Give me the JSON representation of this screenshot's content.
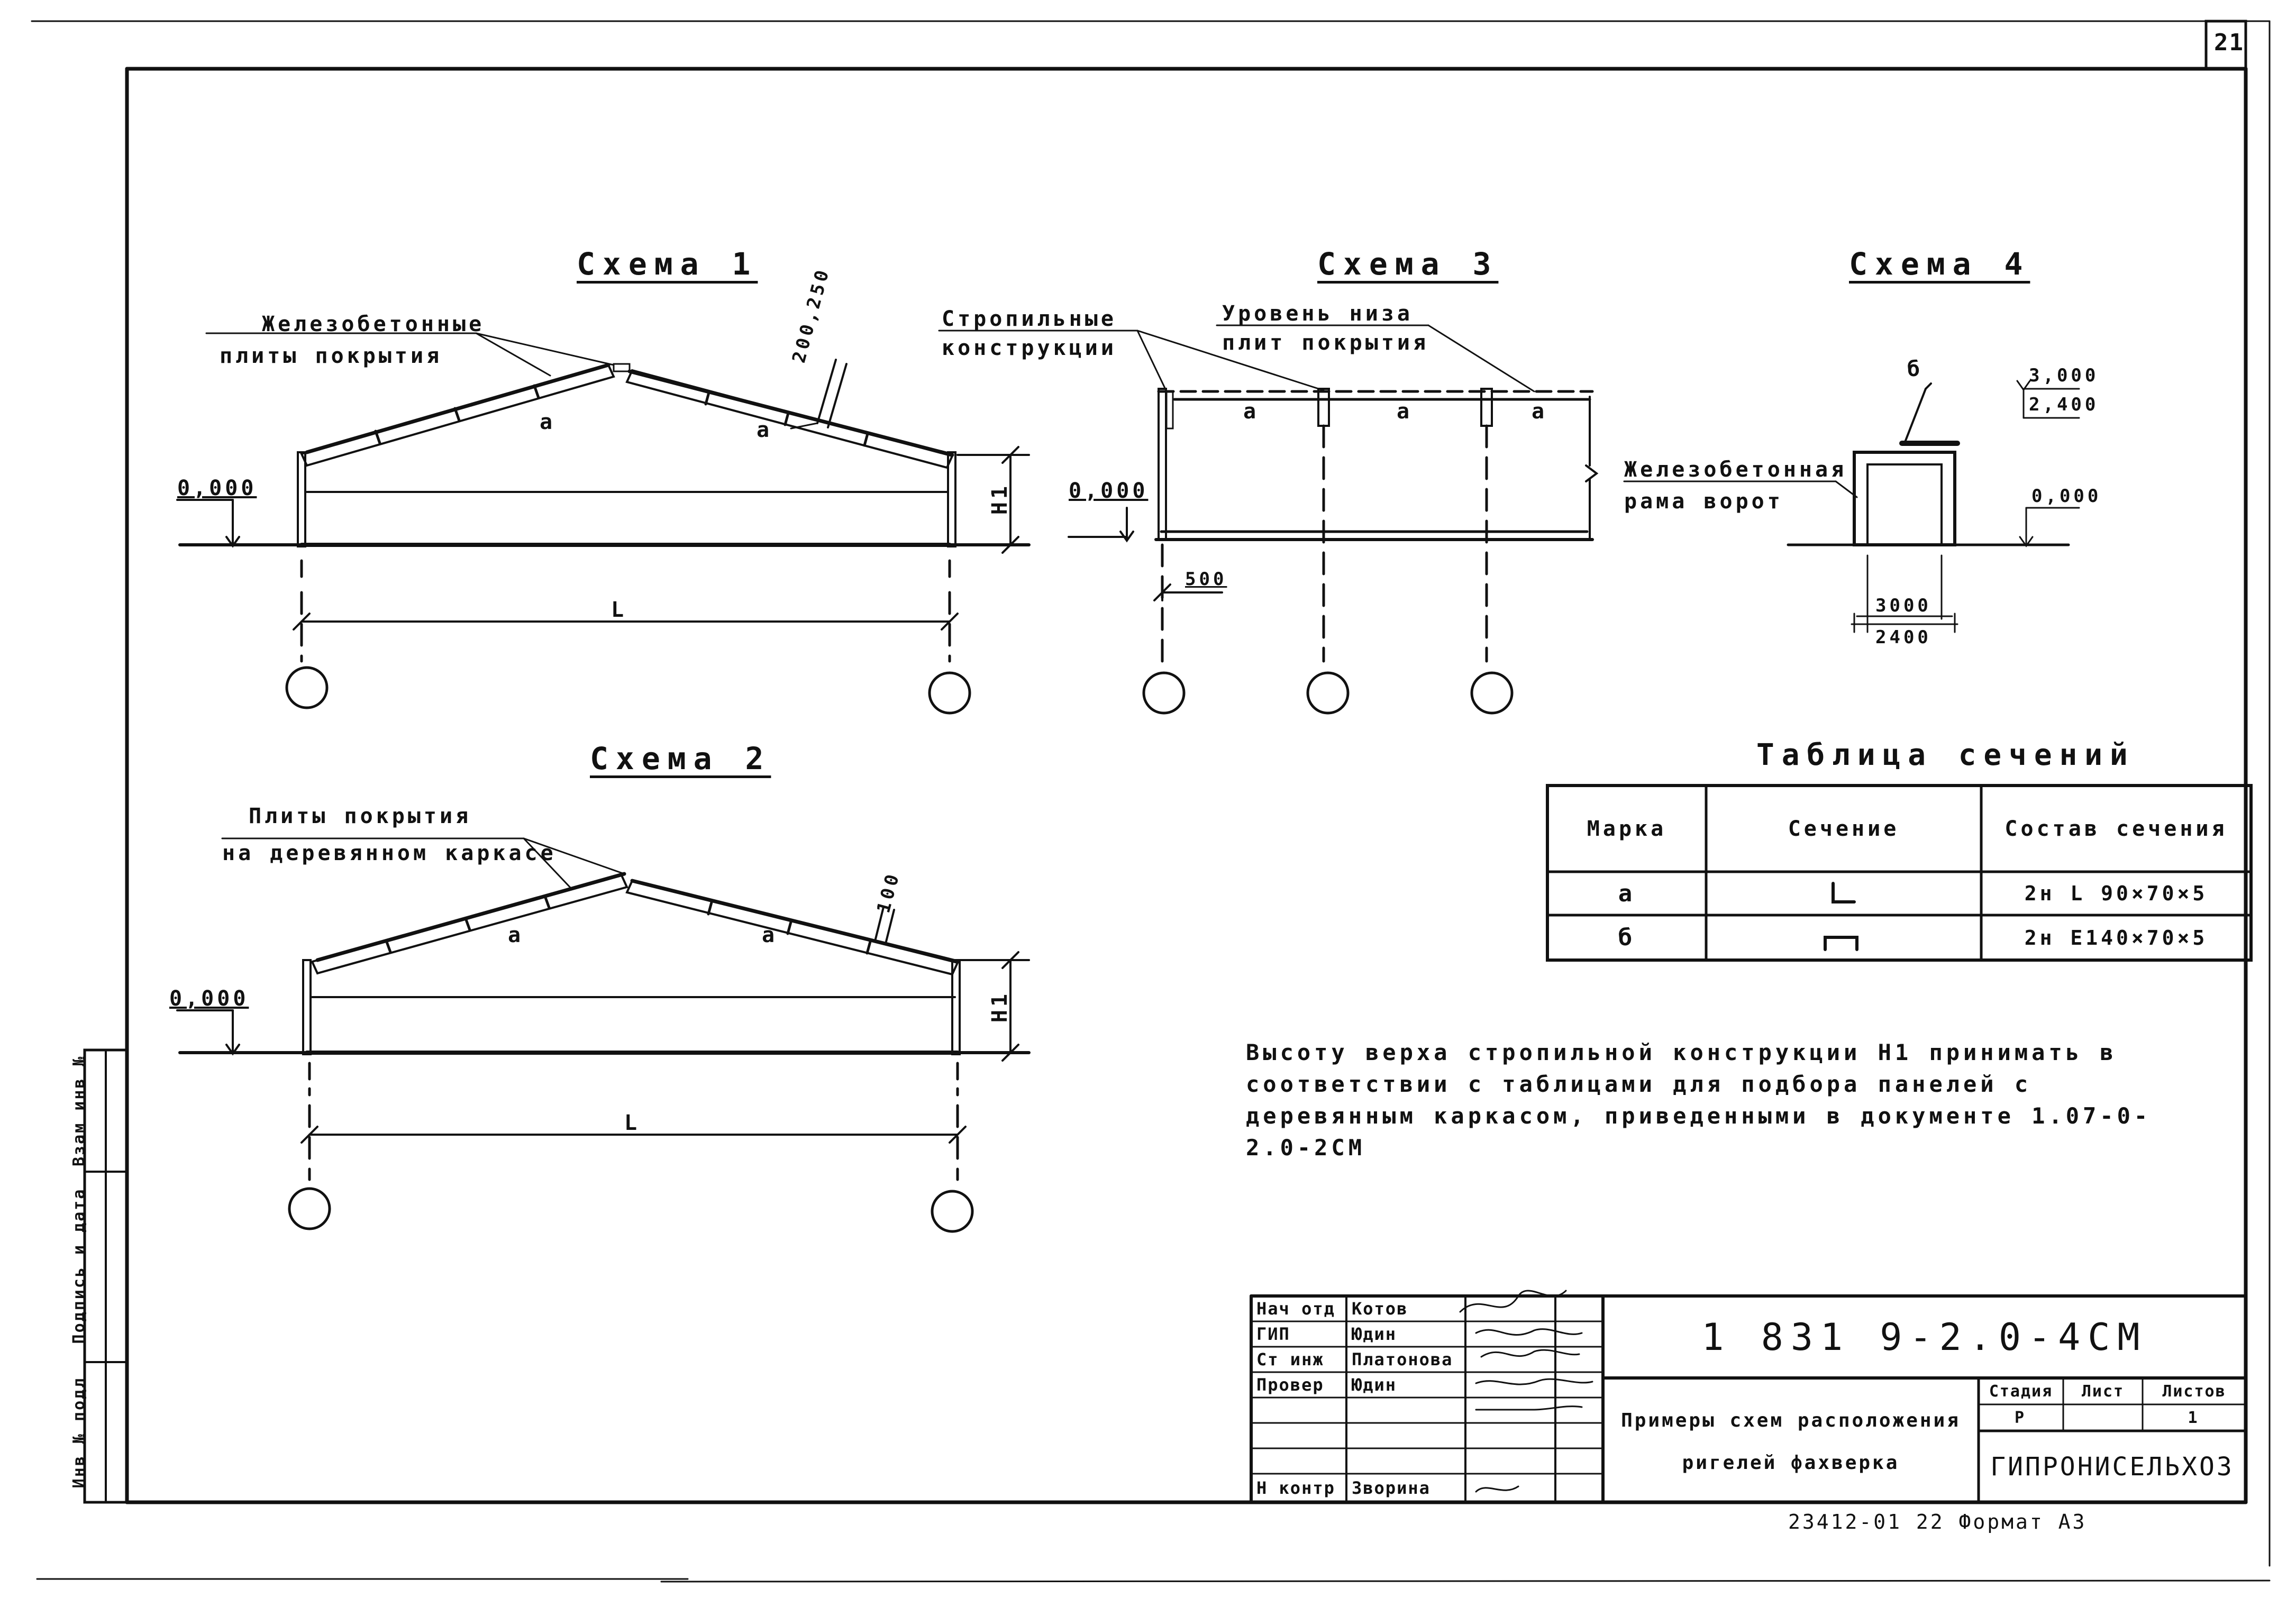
{
  "sheet": {
    "page_number": "21",
    "format_line": "23412-01  22  Формат А3"
  },
  "scheme1": {
    "title": "Схема 1",
    "label_line1": "Железобетонные",
    "label_line2": "плиты покрытия",
    "dim_thickness": "200,250",
    "level": "0,000",
    "mark_left": "a",
    "mark_right": "a",
    "height_label": "H1",
    "span_label": "L"
  },
  "scheme2": {
    "title": "Схема 2",
    "label_line1": "Плиты покрытия",
    "label_line2": "на деревянном каркасе",
    "dim_thickness": "100",
    "level": "0,000",
    "mark_left": "a",
    "mark_right": "a",
    "height_label": "H1",
    "span_label": "L"
  },
  "scheme3": {
    "title": "Схема 3",
    "label_a_line1": "Стропильные",
    "label_a_line2": "конструкции",
    "label_b_line1": "Уровень низа",
    "label_b_line2": "плит покрытия",
    "level": "0,000",
    "offset": "500",
    "marks": [
      "a",
      "a",
      "a"
    ]
  },
  "scheme4": {
    "title": "Схема 4",
    "mark": "б",
    "label_line1": "Железобетонная",
    "label_line2": "рама ворот",
    "level_top1": "3,000",
    "level_top2": "2,400",
    "level": "0,000",
    "width1": "3000",
    "width2": "2400"
  },
  "sections_table": {
    "title": "Таблица сечений",
    "headers": [
      "Марка",
      "Сечение",
      "Состав сечения"
    ],
    "rows": [
      {
        "mark": "a",
        "section_icon": "angle-profile-icon",
        "composition": "2н L 90×70×5"
      },
      {
        "mark": "б",
        "section_icon": "channel-profile-icon",
        "composition": "2н Е140×70×5"
      }
    ]
  },
  "note": "Высоту верха стропильной конструкции H1 принимать в соответствии с таблицами для подбора панелей с деревянным каркасом, приведенными в документе 1.07-0-2.0-2СМ",
  "title_block": {
    "doc_code": "1 831 9-2.0-4СМ",
    "description_line1": "Примеры схем расположения",
    "description_line2": "ригелей фахверка",
    "org": "ГИПРОНИСЕЛЬХОЗ",
    "stage_header": "Стадия",
    "sheet_header": "Лист",
    "sheets_header": "Листов",
    "stage": "Р",
    "sheet": "",
    "sheets": "1",
    "staff": [
      {
        "role": "Нач отд",
        "name": "Котов"
      },
      {
        "role": "ГИП",
        "name": "Юдин"
      },
      {
        "role": "Ст инж",
        "name": "Платонова"
      },
      {
        "role": "Провер",
        "name": "Юдин"
      },
      {
        "role": "",
        "name": ""
      },
      {
        "role": "",
        "name": ""
      },
      {
        "role": "",
        "name": ""
      },
      {
        "role": "Н контр",
        "name": "Зворина"
      }
    ]
  },
  "side_stamp": {
    "inv_orig": "Инв № подл",
    "sign_date": "Подпись и дата",
    "replace_inv": "Взам инв №"
  }
}
